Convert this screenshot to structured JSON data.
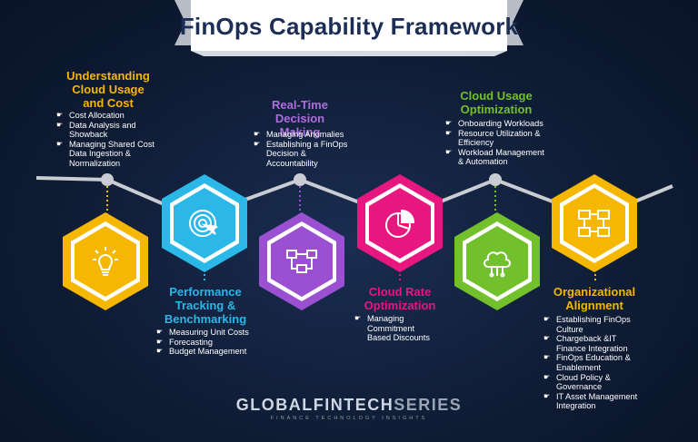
{
  "title": "FinOps Capability Framework",
  "stages": [
    {
      "id": "understanding",
      "heading": "Understanding Cloud Usage and Cost",
      "color": "#f5b700",
      "icon": "lightbulb-icon",
      "items": [
        "Cost Allocation",
        "Data Analysis and Showback",
        "Managing Shared Cost Data Ingestion & Normalization"
      ]
    },
    {
      "id": "performance",
      "heading": "Performance Tracking & Benchmarking",
      "color": "#2bb7e8",
      "icon": "target-icon",
      "items": [
        "Measuring Unit Costs",
        "Forecasting",
        "Budget Management"
      ]
    },
    {
      "id": "realtime",
      "heading": "Real-Time Decision Making",
      "color": "#9b4fd1",
      "icon": "flowchart-icon",
      "items": [
        "Managing Anomalies",
        "Establishing a FinOps Decision & Accountability"
      ]
    },
    {
      "id": "rate",
      "heading": "Cloud Rate Optimization",
      "color": "#e8177f",
      "icon": "pie-chart-icon",
      "items": [
        "Managing Commitment Based Discounts"
      ]
    },
    {
      "id": "usage",
      "heading": "Cloud Usage Optimization",
      "color": "#72c02c",
      "icon": "network-cloud-icon",
      "items": [
        "Onboarding Workloads",
        "Resource Utilization & Efficiency",
        "Workload Management & Automation"
      ]
    },
    {
      "id": "org",
      "heading": "Organizational Alignment",
      "color": "#f5b700",
      "icon": "org-chart-icon",
      "items": [
        "Establishing FinOps Culture",
        "Chargeback &IT Finance Integration",
        "FinOps Education & Enablement",
        "Cloud Policy & Governance",
        "IT Asset Management Integration"
      ]
    }
  ],
  "brand": {
    "name_main": "GLOBALFINTECH",
    "name_accent": "SERIES",
    "tagline": "FINANCE TECHNOLOGY INSIGHTS"
  }
}
